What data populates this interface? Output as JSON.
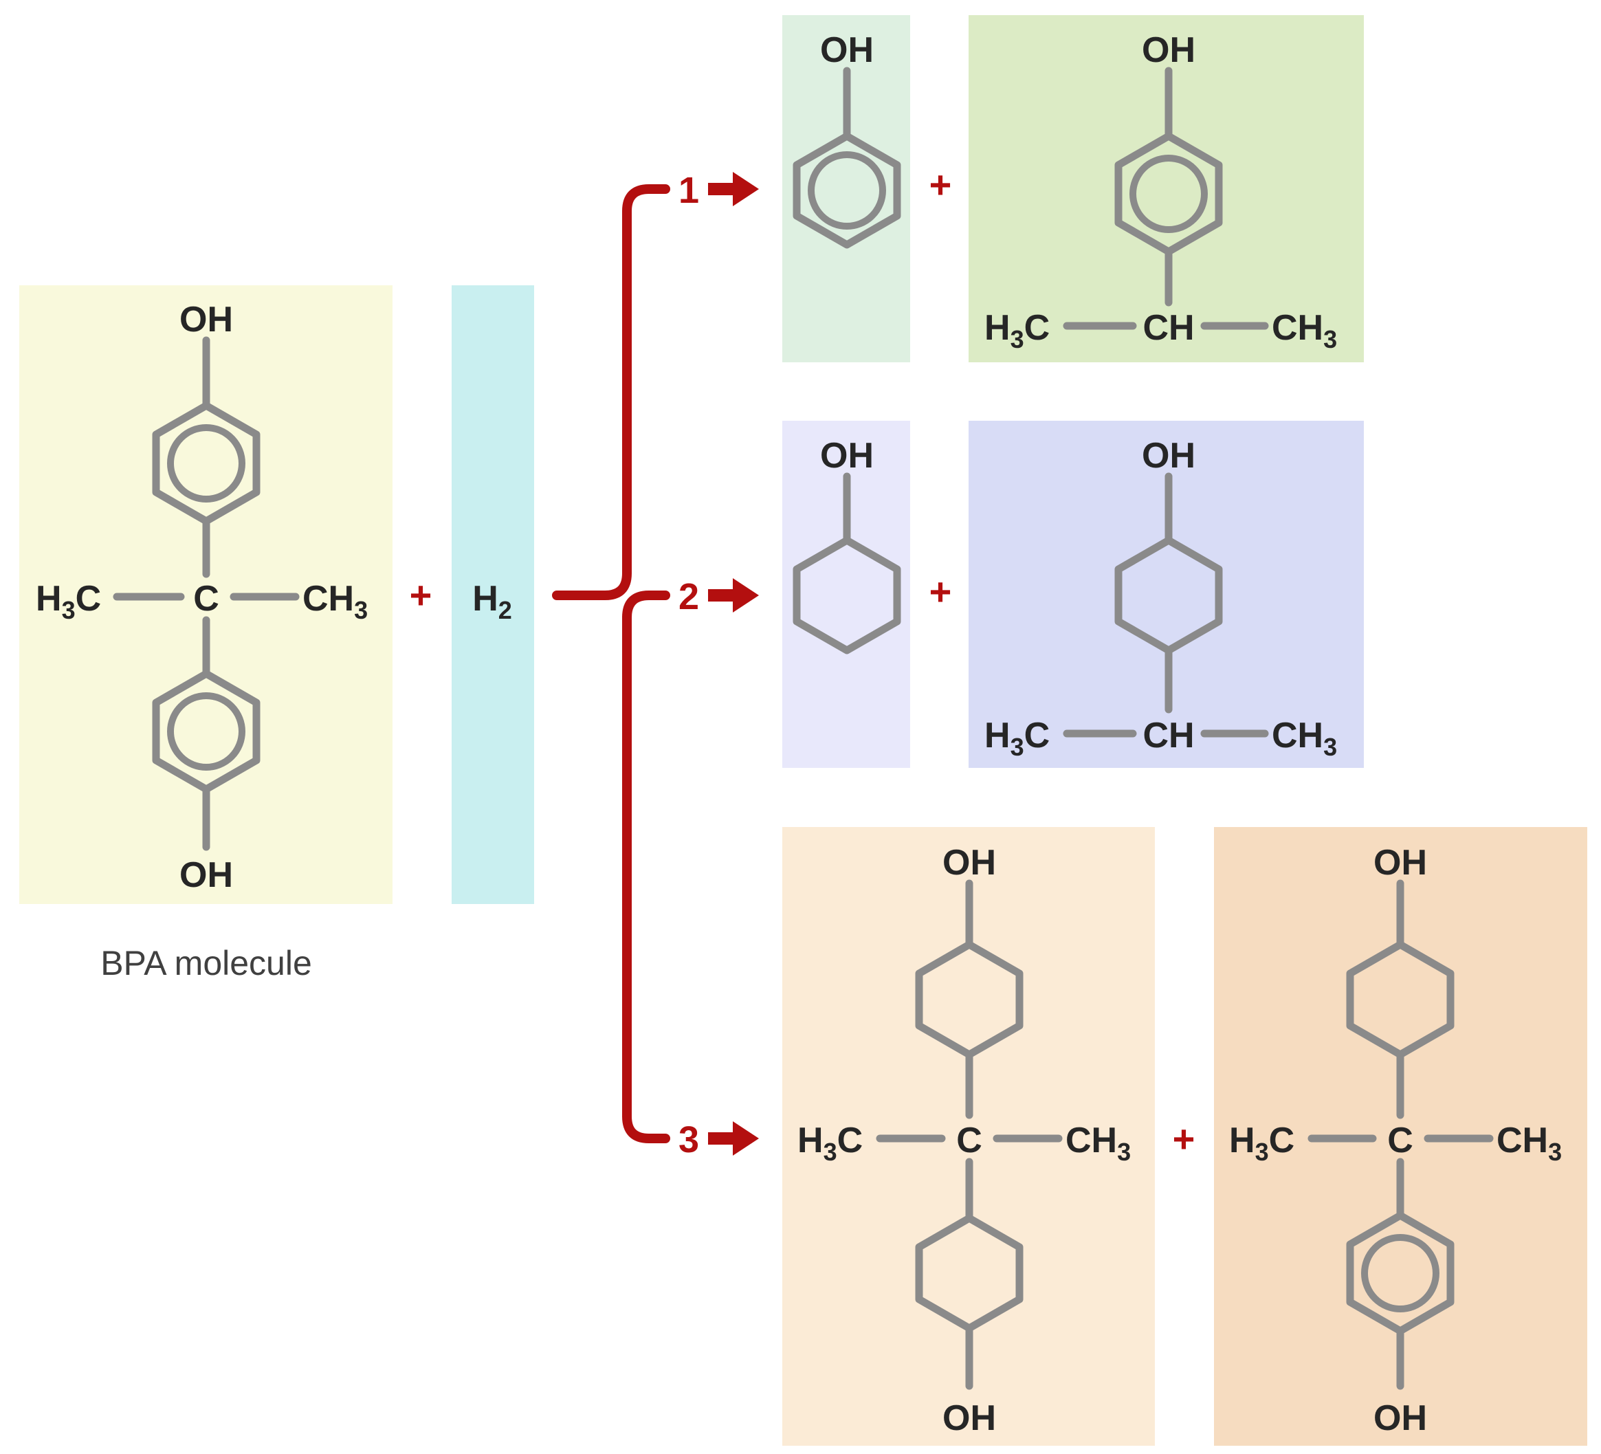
{
  "reactant": {
    "oh_top": "OH",
    "oh_bottom": "OH",
    "left_group": {
      "main": "H",
      "sub": "3",
      "tail": "C"
    },
    "center": "C",
    "right_group": {
      "main": "CH",
      "sub": "3"
    },
    "caption": "BPA molecule"
  },
  "hydrogen": {
    "main": "H",
    "sub": "2"
  },
  "plus_sign": "+",
  "pathways": [
    {
      "number": "1"
    },
    {
      "number": "2"
    },
    {
      "number": "3"
    }
  ],
  "products": {
    "p1a": {
      "oh": "OH"
    },
    "p1b": {
      "oh": "OH",
      "left": {
        "main": "H",
        "sub": "3",
        "tail": "C"
      },
      "center": "CH",
      "right": {
        "main": "CH",
        "sub": "3"
      }
    },
    "p2a": {
      "oh": "OH"
    },
    "p2b": {
      "oh": "OH",
      "left": {
        "main": "H",
        "sub": "3",
        "tail": "C"
      },
      "center": "CH",
      "right": {
        "main": "CH",
        "sub": "3"
      }
    },
    "p3a": {
      "oh_top": "OH",
      "oh_bottom": "OH",
      "left": {
        "main": "H",
        "sub": "3",
        "tail": "C"
      },
      "center": "C",
      "right": {
        "main": "CH",
        "sub": "3"
      }
    },
    "p3b": {
      "oh_top": "OH",
      "oh_bottom": "OH",
      "left": {
        "main": "H",
        "sub": "3",
        "tail": "C"
      },
      "center": "C",
      "right": {
        "main": "CH",
        "sub": "3"
      }
    }
  },
  "colors": {
    "reactant_bg": "#f9f9dc",
    "hydrogen_bg": "#c9eff0",
    "p1a_bg": "#def0e1",
    "p1b_bg": "#dcebc5",
    "p2a_bg": "#e8e8fb",
    "p2b_bg": "#d8dcf6",
    "p3a_bg": "#fbebd6",
    "p3b_bg": "#f6dcc0",
    "arrow": "#b30f0f",
    "bond": "#8a8a8a",
    "text": "#262626"
  }
}
